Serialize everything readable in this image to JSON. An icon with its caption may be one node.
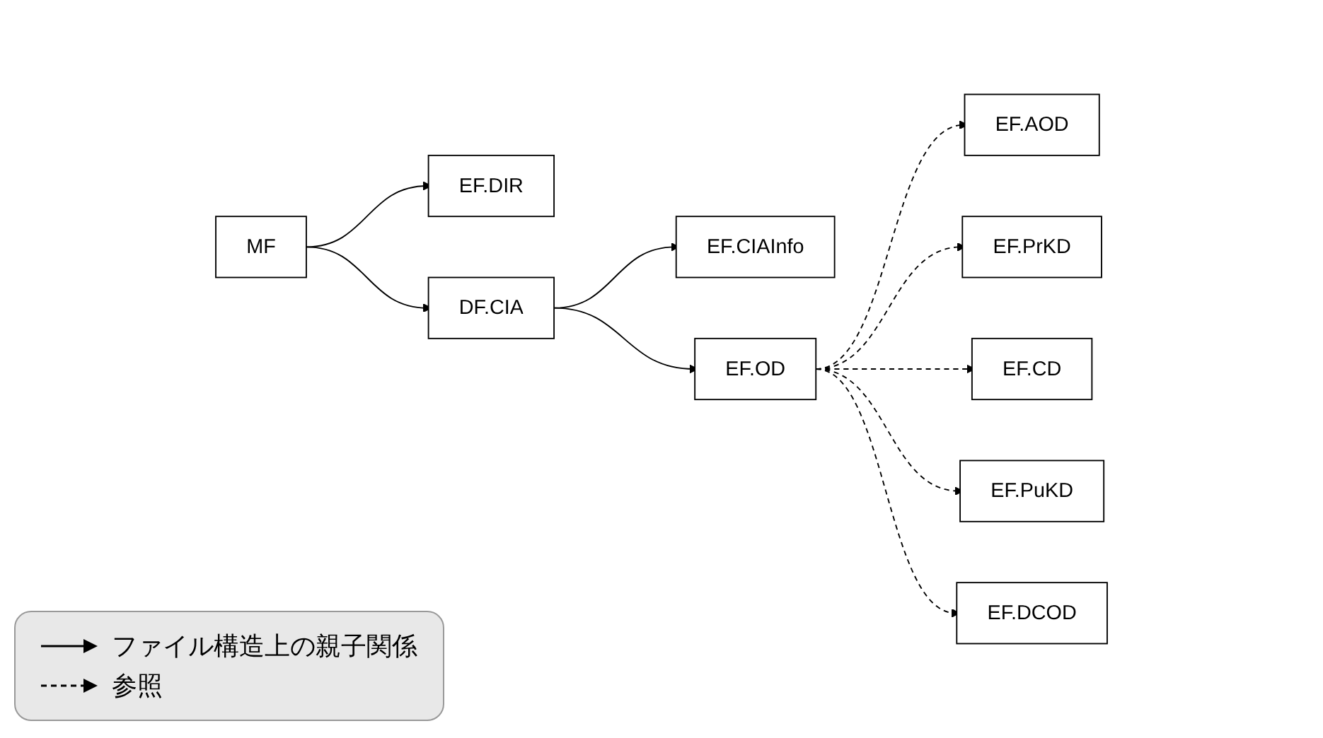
{
  "diagram": {
    "nodes": [
      {
        "text": [
          "MF"
        ]
      },
      {
        "text": [
          "EF.DIR"
        ]
      },
      {
        "text": [
          "DF.CIA"
        ]
      },
      {
        "text": [
          "EF.CIAInfo"
        ]
      },
      {
        "text": [
          "EF.OD"
        ]
      },
      {
        "text": [
          "EF.AOD"
        ]
      },
      {
        "text": [
          "EF.PrKD"
        ]
      },
      {
        "text": [
          "EF.CD"
        ]
      },
      {
        "text": [
          "EF.PuKD"
        ]
      },
      {
        "text": [
          "EF.DCOD"
        ]
      }
    ],
    "edges": [
      {
        "from": 0,
        "to": 1,
        "arrow": "to"
      },
      {
        "from": 0,
        "to": 2,
        "arrow": "to"
      },
      {
        "from": 2,
        "to": 3,
        "arrow": "to"
      },
      {
        "from": 2,
        "to": 4,
        "arrow": "to"
      },
      {
        "from": 4,
        "to": 5,
        "arrow": "to",
        "style": "dashed"
      },
      {
        "from": 4,
        "to": 6,
        "arrow": "to",
        "style": "dashed"
      },
      {
        "from": 4,
        "to": 7,
        "arrow": "to",
        "style": "dashed"
      },
      {
        "from": 4,
        "to": 8,
        "arrow": "to",
        "style": "dashed"
      },
      {
        "from": 4,
        "to": 9,
        "arrow": "to",
        "style": "dashed"
      }
    ],
    "legend": [
      {
        "text": "ファイル構造上の親子関係"
      },
      {
        "text": "参照"
      }
    ]
  }
}
